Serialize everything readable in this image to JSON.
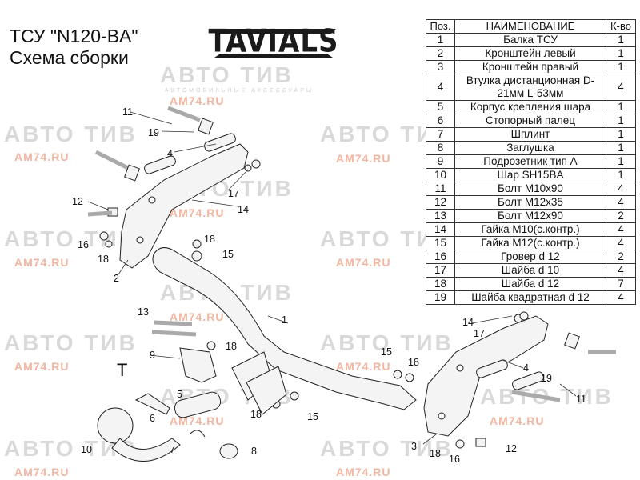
{
  "header": {
    "title_line1": "ТСУ \"N120-BA\"",
    "title_line2": "Схема сборки",
    "logo_text": "TAVIALS"
  },
  "watermark": {
    "brand": "АВТО ТИВ",
    "domain": "AM74.RU",
    "tagline": "АВТОМОБИЛЬНЫЕ АКСЕССУАРЫ"
  },
  "parts_table": {
    "headers": [
      "Поз.",
      "НАИМЕНОВАНИЕ",
      "К-во"
    ],
    "rows": [
      {
        "pos": "1",
        "name": "Балка ТСУ",
        "qty": "1"
      },
      {
        "pos": "2",
        "name": "Кронштейн левый",
        "qty": "1"
      },
      {
        "pos": "3",
        "name": "Кронштейн правый",
        "qty": "1"
      },
      {
        "pos": "4",
        "name": "Втулка дистанционная D-21мм  L-53мм",
        "qty": "4"
      },
      {
        "pos": "5",
        "name": "Корпус крепления шара",
        "qty": "1"
      },
      {
        "pos": "6",
        "name": "Стопорный палец",
        "qty": "1"
      },
      {
        "pos": "7",
        "name": "Шплинт",
        "qty": "1"
      },
      {
        "pos": "8",
        "name": "Заглушка",
        "qty": "1"
      },
      {
        "pos": "9",
        "name": "Подрозетник тип А",
        "qty": "1"
      },
      {
        "pos": "10",
        "name": "Шар SH15BA",
        "qty": "1"
      },
      {
        "pos": "11",
        "name": "Болт М10х90",
        "qty": "4"
      },
      {
        "pos": "12",
        "name": "Болт М12х35",
        "qty": "4"
      },
      {
        "pos": "13",
        "name": "Болт М12х90",
        "qty": "2"
      },
      {
        "pos": "14",
        "name": "Гайка М10(с.контр.)",
        "qty": "4"
      },
      {
        "pos": "15",
        "name": "Гайка М12(с.контр.)",
        "qty": "4"
      },
      {
        "pos": "16",
        "name": "Гровер d 12",
        "qty": "2"
      },
      {
        "pos": "17",
        "name": "Шайба d 10",
        "qty": "4"
      },
      {
        "pos": "18",
        "name": "Шайба d 12",
        "qty": "7"
      },
      {
        "pos": "19",
        "name": "Шайба квадратная d 12",
        "qty": "4"
      }
    ]
  },
  "diagram": {
    "callouts": [
      "11",
      "19",
      "4",
      "17",
      "14",
      "12",
      "16",
      "18",
      "2",
      "18",
      "15",
      "1",
      "13",
      "18",
      "9",
      "15",
      "18",
      "T",
      "5",
      "6",
      "18",
      "15",
      "7",
      "8",
      "10",
      "14",
      "17",
      "4",
      "19",
      "11",
      "3",
      "12",
      "18",
      "16"
    ]
  }
}
